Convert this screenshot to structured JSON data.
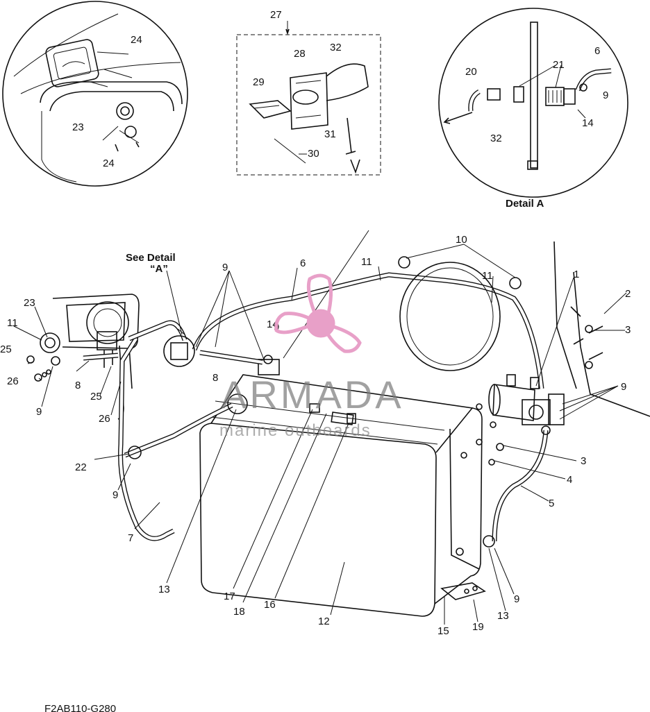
{
  "details": {
    "top_left": {
      "callouts": [
        "24",
        "23",
        "24"
      ]
    },
    "kit": {
      "callouts": [
        "27",
        "28",
        "32",
        "29",
        "31",
        "30"
      ]
    },
    "detail_a": {
      "title": "Detail A",
      "callouts": [
        "6",
        "21",
        "20",
        "9",
        "14",
        "32"
      ]
    }
  },
  "see_detail": {
    "line1": "See Detail",
    "line2": "“A”"
  },
  "callouts": [
    "1",
    "2",
    "3",
    "3",
    "4",
    "5",
    "6",
    "7",
    "8",
    "8",
    "9",
    "9",
    "9",
    "9",
    "9",
    "9",
    "10",
    "11",
    "11",
    "11",
    "12",
    "13",
    "13",
    "14",
    "15",
    "16",
    "17",
    "18",
    "19",
    "22",
    "23",
    "25",
    "25",
    "26",
    "26"
  ],
  "watermark": {
    "brand": "ARMADA",
    "tagline": "marine outboards",
    "color": "#e8a0c8"
  },
  "drawing_code": "F2AB110-G280"
}
